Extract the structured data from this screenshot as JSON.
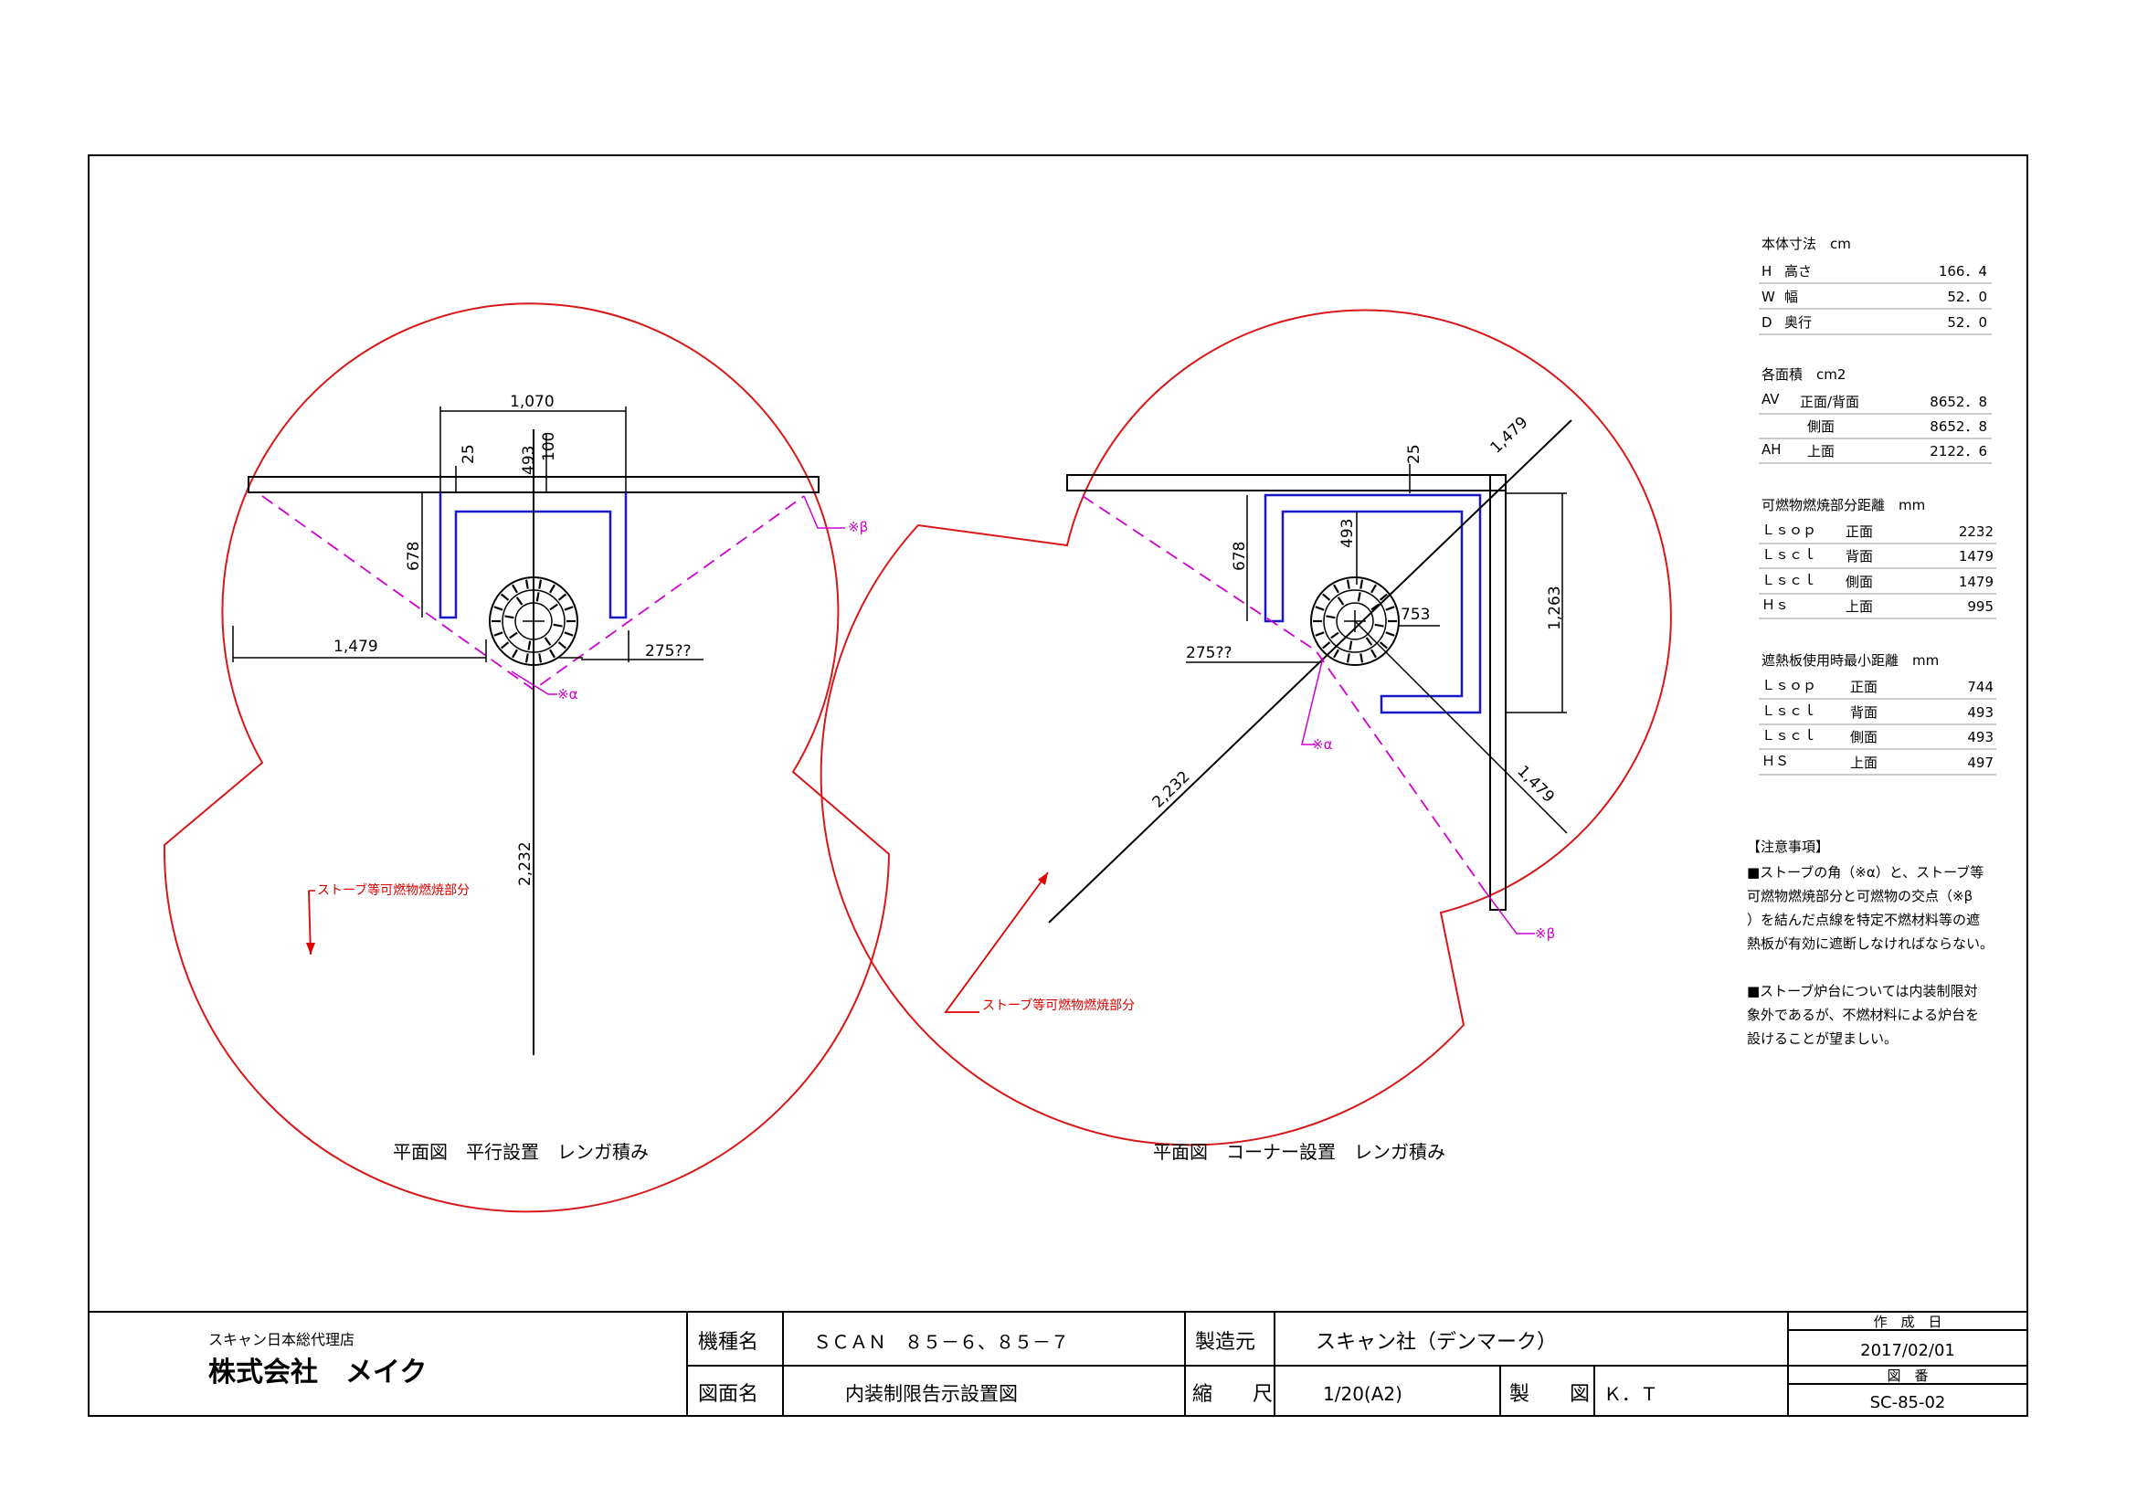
{
  "colors": {
    "zone": "#d81818",
    "hearth": "#1818c8",
    "sightline": "#d000d0",
    "label_red": "#e00000",
    "line": "#000000"
  },
  "diagram_left": {
    "dims": {
      "w": "1,070",
      "wall_gap": "25",
      "rear": "493",
      "d100": "100",
      "side678": "678",
      "side1479": "1,479",
      "corner275": "275??",
      "front2232": "2,232"
    },
    "alpha": "※α",
    "beta": "※β",
    "zone_label": "ストーブ等可燃物燃焼部分",
    "caption": "平面図　平行設置　レンガ積み"
  },
  "diagram_right": {
    "dims": {
      "wall_gap": "25",
      "rear": "493",
      "side678": "678",
      "d753": "753",
      "d1263": "1,263",
      "corner275": "275??",
      "diag1479a": "1,479",
      "diag1479b": "1,479",
      "front2232": "2,232"
    },
    "alpha": "※α",
    "beta": "※β",
    "zone_label": "ストーブ等可燃物燃焼部分",
    "caption": "平面図　コーナー設置　レンガ積み"
  },
  "specs": {
    "body_title": "本体寸法　cm",
    "body": [
      {
        "k": "H",
        "n": "高さ",
        "v": "166．4"
      },
      {
        "k": "W",
        "n": "幅",
        "v": "52．0"
      },
      {
        "k": "D",
        "n": "奥行",
        "v": "52．0"
      }
    ],
    "area_title": "各面積　cm2",
    "area": [
      {
        "k": "AV",
        "n": "正面/背面",
        "v": "8652．8"
      },
      {
        "k": "",
        "n": "側面",
        "v": "8652．8"
      },
      {
        "k": "AH",
        "n": "上面",
        "v": "2122．6"
      }
    ],
    "dist_title": "可燃物燃焼部分距離　mm",
    "dist": [
      {
        "k": "Ｌｓｏｐ",
        "n": "正面",
        "v": "2232"
      },
      {
        "k": "Ｌｓｃｌ",
        "n": "背面",
        "v": "1479"
      },
      {
        "k": "Ｌｓｃｌ",
        "n": "側面",
        "v": "1479"
      },
      {
        "k": "Ｈｓ",
        "n": "上面",
        "v": "995"
      }
    ],
    "shield_title": "遮熱板使用時最小距離　mm",
    "shield": [
      {
        "k": "Ｌｓｏｐ",
        "n": "正面",
        "v": "744"
      },
      {
        "k": "Ｌｓｃｌ",
        "n": "背面",
        "v": "493"
      },
      {
        "k": "Ｌｓｃｌ",
        "n": "側面",
        "v": "493"
      },
      {
        "k": "ＨＳ",
        "n": "上面",
        "v": "497"
      }
    ]
  },
  "notes": {
    "title": "【注意事項】",
    "lines": [
      "■ストーブの角（※α）と、ストーブ等",
      "可燃物燃焼部分と可燃物の交点（※β",
      "）を結んだ点線を特定不燃材料等の遮",
      "熱板が有効に遮断しなければならない。",
      "",
      "■ストーブ炉台については内装制限対",
      "象外であるが、不燃材料による炉台を",
      "設けることが望ましい。"
    ]
  },
  "title_block": {
    "agency": "スキャン日本総代理店",
    "company": "株式会社　メイク",
    "model_label": "機種名",
    "model_value": "ＳＣＡＮ　８５－６、８５－７",
    "maker_label": "製造元",
    "maker_value": "スキャン社（デンマーク）",
    "drawing_label": "図面名",
    "drawing_value": "内装制限告示設置図",
    "scale_label": "縮　　尺",
    "scale_value": "1/20(A2)",
    "drafter_label": "製　　図",
    "drafter_value": "Ｋ．Ｔ",
    "date_label": "作　成　日",
    "date_value": "2017/02/01",
    "num_label": "図　番",
    "num_value": "SC-85-02"
  }
}
